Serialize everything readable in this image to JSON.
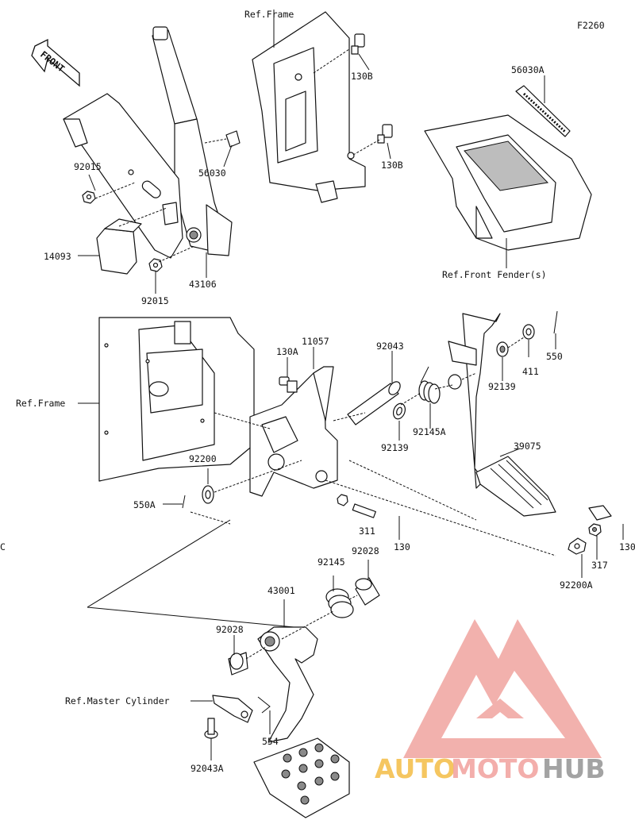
{
  "diagram_code": "F2260",
  "front_label": "FRONT",
  "watermark": {
    "auto": "AUTO",
    "moto": "MOTO",
    "hub": "HUB"
  },
  "colors": {
    "watermark_red": "#e8262b",
    "watermark_gray": "#6f6f6f",
    "part_shade": "#bdbdbd"
  },
  "labels": {
    "ref_frame_top": "Ref.Frame",
    "p130B_1": "130B",
    "p130B_2": "130B",
    "p56030": "56030",
    "p56030A": "56030A",
    "ref_front_fender": "Ref.Front Fender(s)",
    "p92015_1": "92015",
    "p92015_2": "92015",
    "p14093": "14093",
    "p43106": "43106",
    "ref_frame_mid": "Ref.Frame",
    "p130A": "130A",
    "p11057": "11057",
    "p92043": "92043",
    "p550": "550",
    "p411": "411",
    "p92139_1": "92139",
    "p92139_2": "92139",
    "p92145A": "92145A",
    "p39075": "39075",
    "p92200": "92200",
    "p550A": "550A",
    "p311": "311",
    "p130": "130",
    "p92028_1": "92028",
    "p92028_2": "92028",
    "p92145": "92145",
    "p43001": "43001",
    "p92200A": "92200A",
    "p317": "317",
    "p130_edge": "130",
    "edge_c": "C",
    "ref_master_cylinder": "Ref.Master Cylinder",
    "p554": "554",
    "p92043A": "92043A"
  }
}
